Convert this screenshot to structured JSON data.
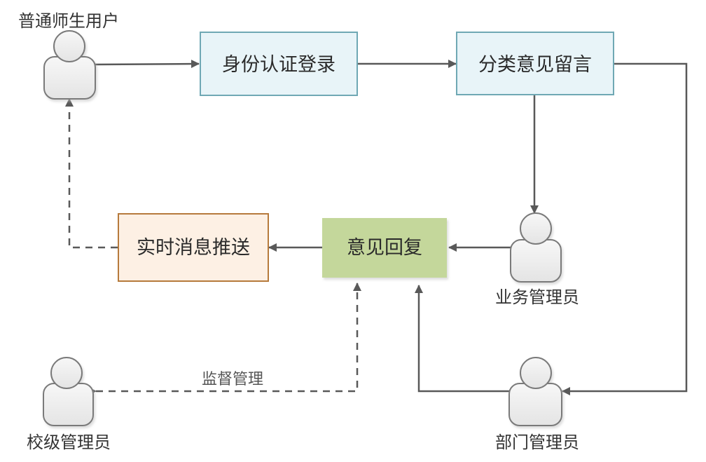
{
  "diagram": {
    "colors": {
      "line": "#595959",
      "process_fill": "#e8f4f8",
      "process_stroke": "#6fa8b4",
      "push_fill": "#fdf0e4",
      "push_stroke": "#b67a3c",
      "reply_fill": "#c4d79b",
      "actor_fill": "#eeeeee",
      "actor_stroke": "#7a7a7a"
    },
    "actors": {
      "user": {
        "label": "普通师生用户"
      },
      "business_admin": {
        "label": "业务管理员"
      },
      "department_admin": {
        "label": "部门管理员"
      },
      "school_admin": {
        "label": "校级管理员"
      }
    },
    "processes": {
      "auth": {
        "label": "身份认证登录"
      },
      "feedback": {
        "label": "分类意见留言"
      },
      "reply": {
        "label": "意见回复"
      },
      "push": {
        "label": "实时消息推送"
      }
    },
    "edges": {
      "supervise": {
        "label": "监督管理",
        "style": "dashed"
      }
    }
  }
}
